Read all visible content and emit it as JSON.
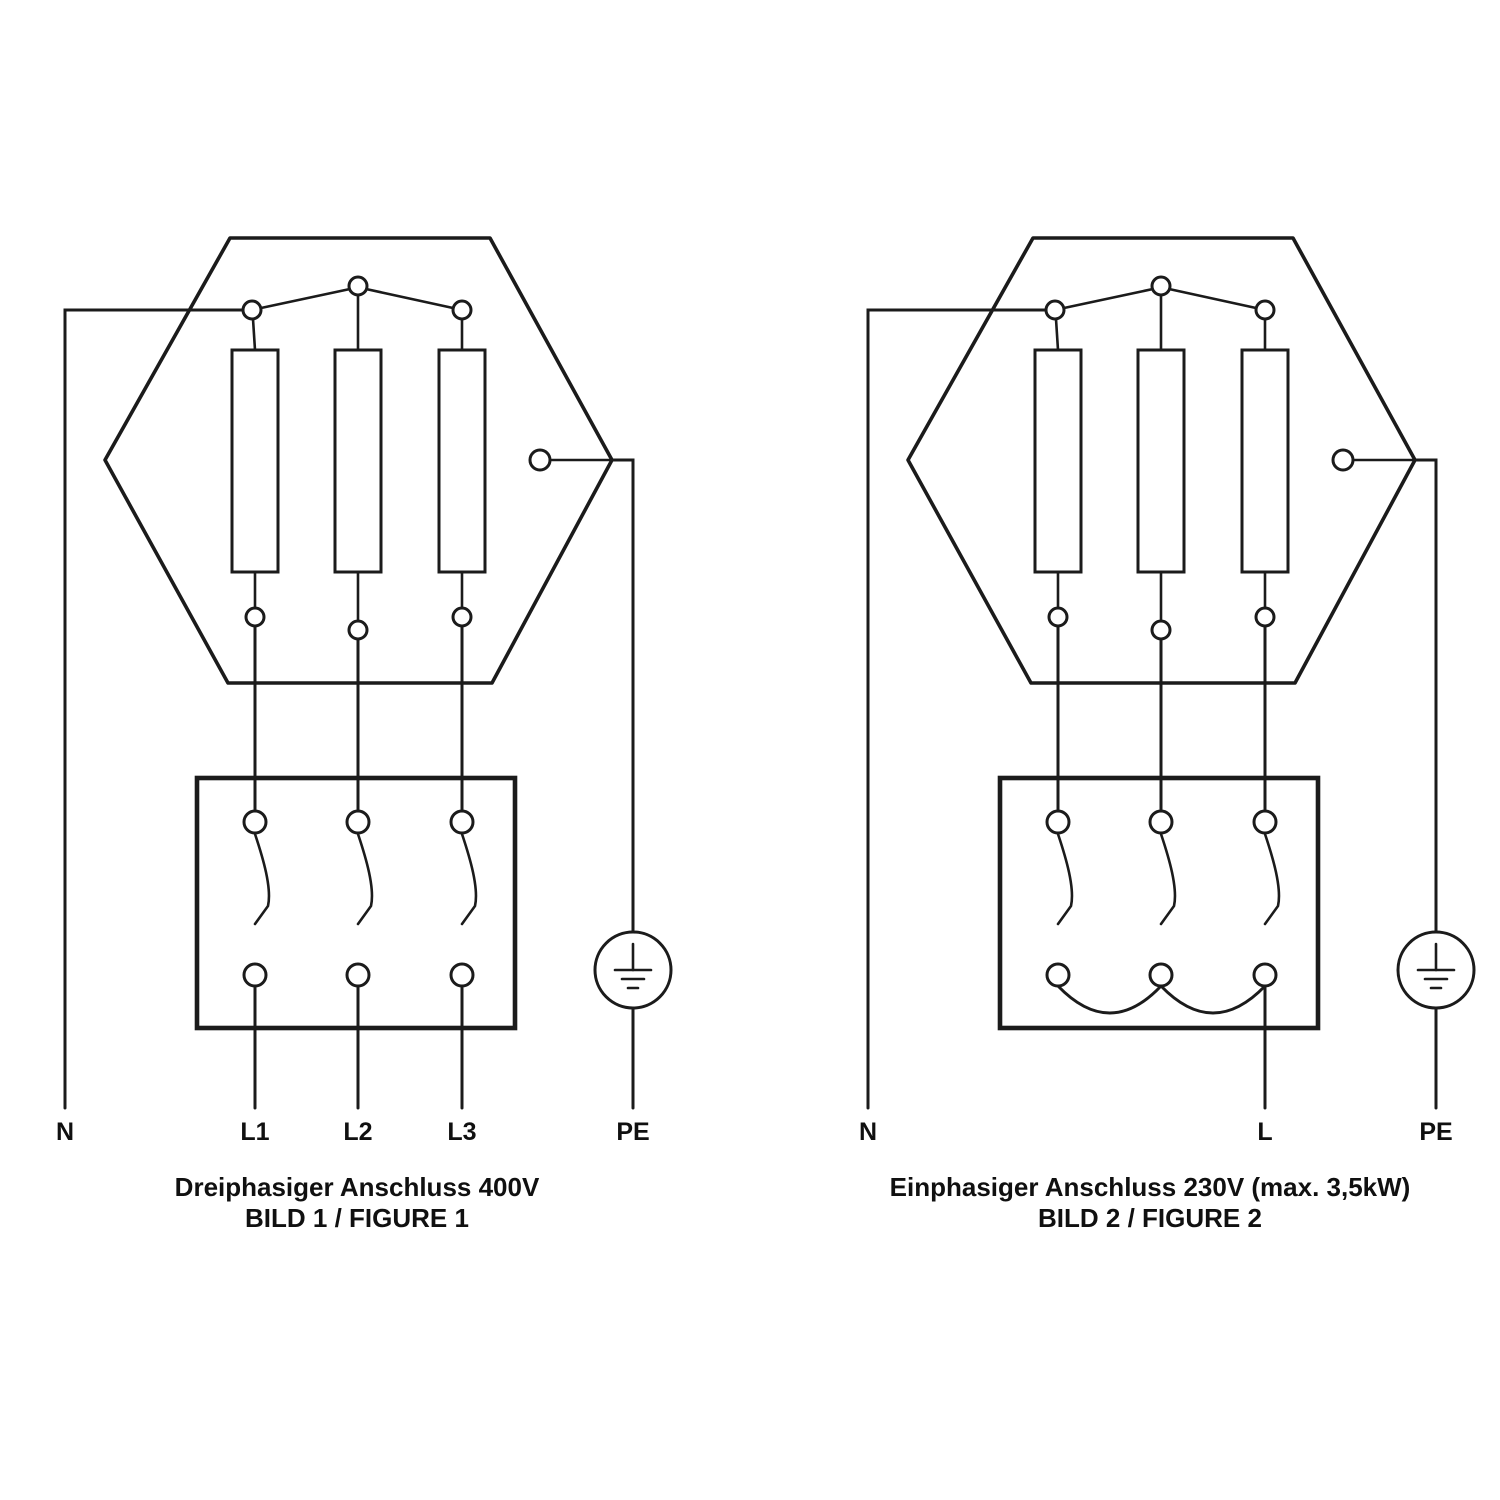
{
  "page": {
    "background_color": "#ffffff",
    "line_color": "#1b1b1b"
  },
  "figure1": {
    "labels": {
      "n": "N",
      "l1": "L1",
      "l2": "L2",
      "l3": "L3",
      "pe": "PE"
    },
    "caption_line1": "Dreiphasiger Anschluss 400V",
    "caption_line2": "BILD 1 / FIGURE 1"
  },
  "figure2": {
    "labels": {
      "n": "N",
      "l": "L",
      "pe": "PE"
    },
    "caption_line1": "Einphasiger Anschluss 230V (max. 3,5kW)",
    "caption_line2": "BILD 2 / FIGURE 2"
  }
}
